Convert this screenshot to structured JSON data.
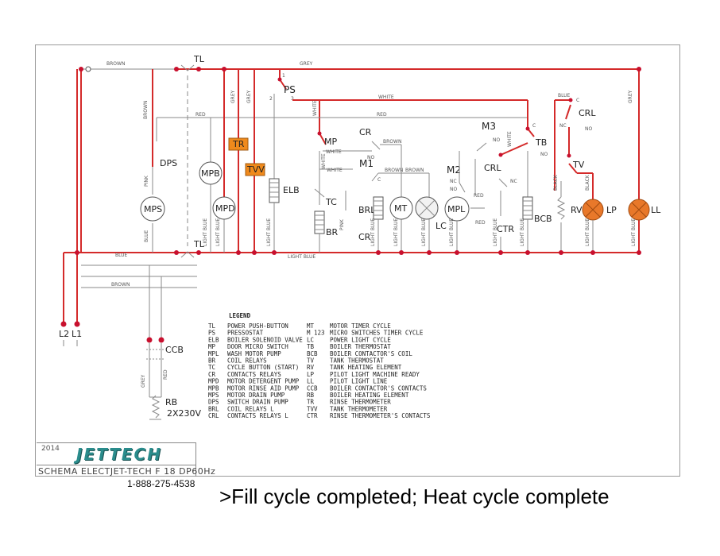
{
  "wires": {
    "brown": "BROWN",
    "grey": "GREY",
    "white": "WHITE",
    "red": "RED",
    "blue": "BLUE",
    "light_blue": "LIGHT BLUE",
    "pink": "PINK",
    "black": "BLACK"
  },
  "components": {
    "tl": "TL",
    "ps": "PS",
    "dps": "DPS",
    "mps": "MPS",
    "mpb": "MPB",
    "mpd": "MPD",
    "tr": "TR",
    "tvv": "TVV",
    "elb": "ELB",
    "mp": "MP",
    "cr": "CR",
    "m1": "M1",
    "tc": "TC",
    "br": "BR",
    "brl": "BRL",
    "mt": "MT",
    "lc": "LC",
    "m2": "M2",
    "mpl": "MPL",
    "m3": "M3",
    "crl": "CRL",
    "ctr": "CTR",
    "tb": "TB",
    "bcb": "BCB",
    "tv": "TV",
    "rv": "RV",
    "lp": "LP",
    "ll": "LL",
    "l1": "L1",
    "l2": "L2",
    "ccb": "CCB",
    "rb": "RB",
    "rb_value": "2X230V"
  },
  "contacts": {
    "no": "NO",
    "nc": "NC",
    "c": "C",
    "one": "1",
    "two": "2",
    "three": "3"
  },
  "legend": {
    "title": "LEGEND",
    "left": [
      {
        "code": "TL",
        "desc": "POWER PUSH-BUTTON"
      },
      {
        "code": "PS",
        "desc": "PRESSOSTAT"
      },
      {
        "code": "ELB",
        "desc": "BOILER SOLENOID VALVE"
      },
      {
        "code": "MP",
        "desc": "DOOR MICRO SWITCH"
      },
      {
        "code": "MPL",
        "desc": "WASH MOTOR PUMP"
      },
      {
        "code": "BR",
        "desc": "COIL RELAYS"
      },
      {
        "code": "TC",
        "desc": "CYCLE BUTTON (START)"
      },
      {
        "code": "CR",
        "desc": "CONTACTS RELAYS"
      },
      {
        "code": "MPD",
        "desc": "MOTOR DETERGENT PUMP"
      },
      {
        "code": "MPB",
        "desc": "MOTOR RINSE AID PUMP"
      },
      {
        "code": "MPS",
        "desc": "MOTOR DRAIN PUMP"
      },
      {
        "code": "DPS",
        "desc": "SWITCH DRAIN PUMP"
      },
      {
        "code": "BRL",
        "desc": "COIL RELAYS L"
      },
      {
        "code": "CRL",
        "desc": "CONTACTS RELAYS L"
      }
    ],
    "right": [
      {
        "code": "MT",
        "desc": "MOTOR TIMER CYCLE"
      },
      {
        "code": "M 123",
        "desc": "MICRO SWITCHES TIMER CYCLE"
      },
      {
        "code": "LC",
        "desc": "POWER LIGHT CYCLE"
      },
      {
        "code": "TB",
        "desc": "BOILER THERMOSTAT"
      },
      {
        "code": "BCB",
        "desc": "BOILER CONTACTOR'S COIL"
      },
      {
        "code": "TV",
        "desc": "TANK THERMOSTAT"
      },
      {
        "code": "RV",
        "desc": "TANK HEATING ELEMENT"
      },
      {
        "code": "LP",
        "desc": "PILOT LIGHT MACHINE READY"
      },
      {
        "code": "LL",
        "desc": "PILOT LIGHT LINE"
      },
      {
        "code": "CCB",
        "desc": "BOILER CONTACTOR'S CONTACTS"
      },
      {
        "code": "RB",
        "desc": "BOILER HEATING ELEMENT"
      },
      {
        "code": "TR",
        "desc": "RINSE THERMOMETER"
      },
      {
        "code": "TVV",
        "desc": "TANK THERMOMETER"
      },
      {
        "code": "CTR",
        "desc": "RINSE THERMOMETER'S CONTACTS"
      }
    ]
  },
  "title_block": {
    "year": "2014",
    "logo": "JETTECH",
    "title": "SCHEMA ELECTJET-TECH F 18 DP60Hz"
  },
  "phone": "1-888-275-4538",
  "status_text": ">Fill cycle completed; Heat cycle complete",
  "colors": {
    "energized": "#d42a2a",
    "wire": "#8a8a8a",
    "node": "#c8102e",
    "thermo_fill": "#f08a1c",
    "lamp_fill": "#e8782a",
    "text": "#222222"
  }
}
